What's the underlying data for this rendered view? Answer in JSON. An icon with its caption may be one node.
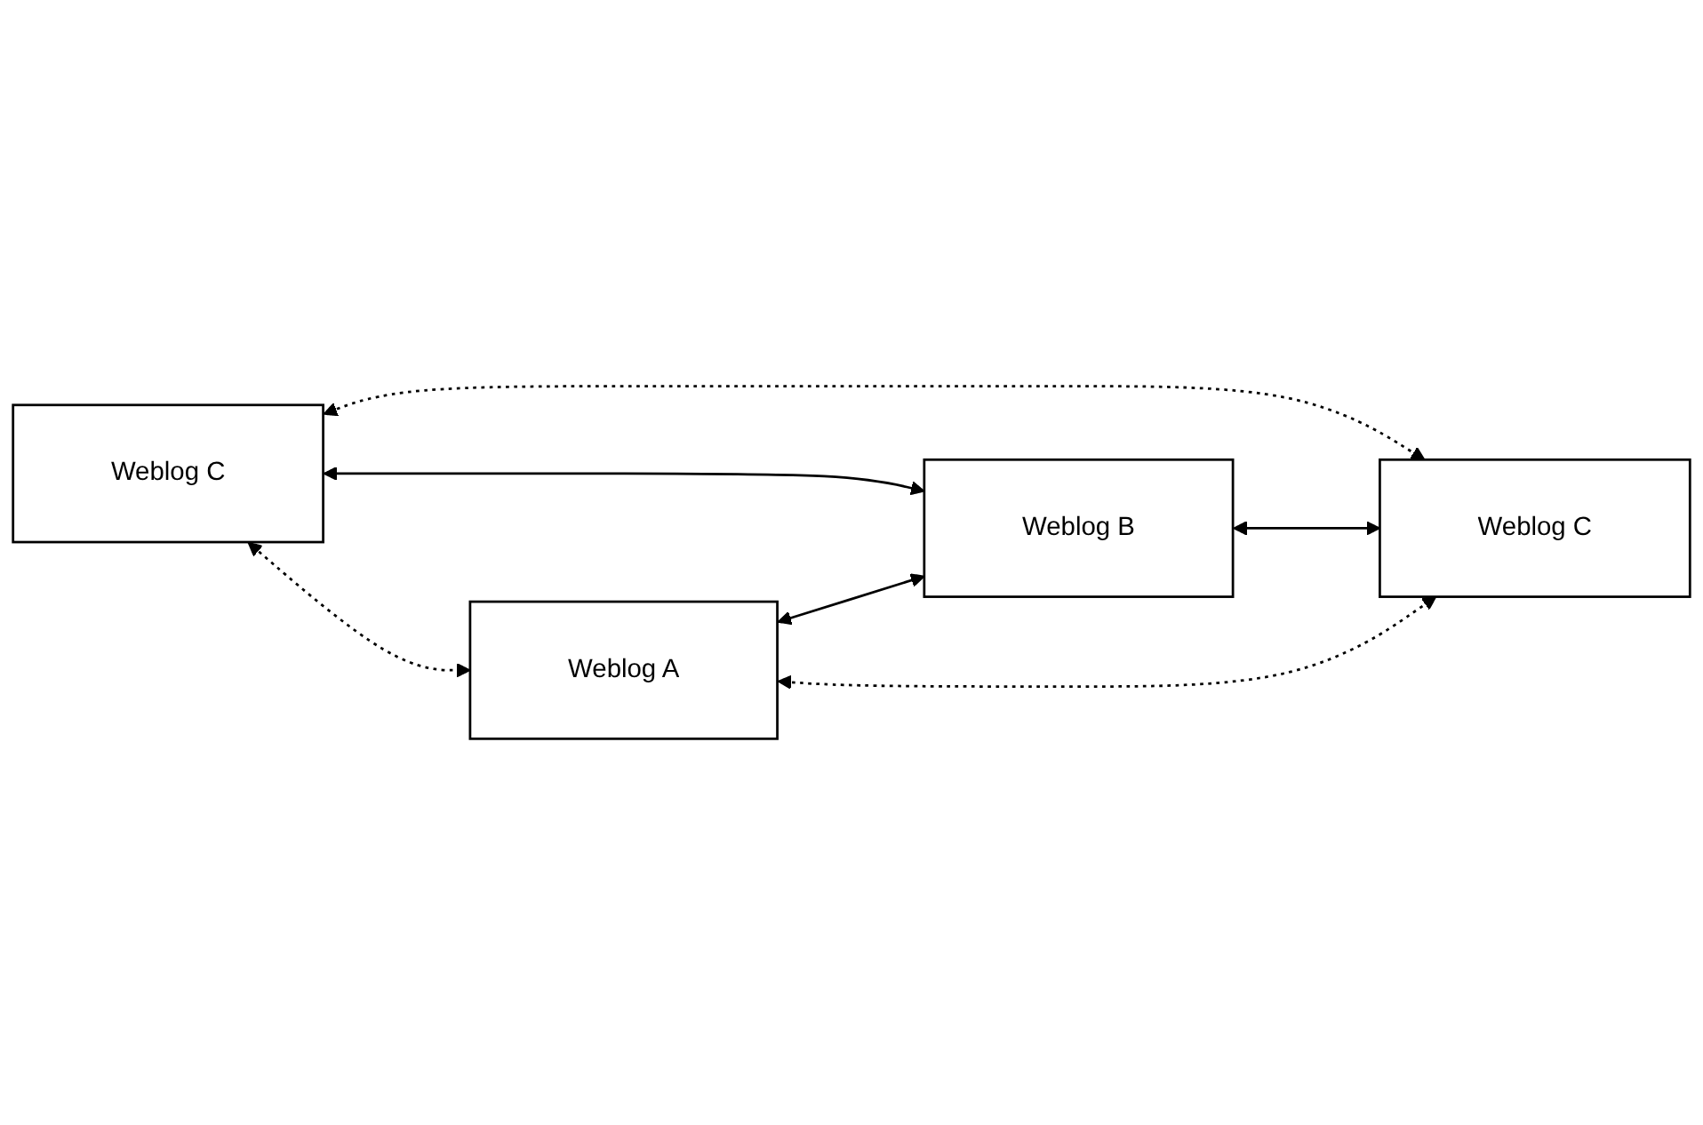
{
  "diagram": {
    "nodes": [
      {
        "text": [
          "Weblog C"
        ]
      },
      {
        "text": [
          "Weblog B"
        ]
      },
      {
        "text": [
          "Weblog A"
        ]
      },
      {
        "text": [
          "Weblog C"
        ]
      }
    ],
    "edges": [
      {
        "from": 0,
        "to": 1,
        "arrow": "both"
      },
      {
        "from": 0,
        "to": 2,
        "arrow": "both",
        "style": "dashed"
      },
      {
        "from": 0,
        "to": 3,
        "arrow": "both",
        "style": "dashed"
      },
      {
        "from": 2,
        "to": 1,
        "arrow": "both"
      },
      {
        "from": 1,
        "to": 3,
        "arrow": "both"
      },
      {
        "from": 2,
        "to": 3,
        "arrow": "both",
        "style": "dashed"
      }
    ]
  }
}
